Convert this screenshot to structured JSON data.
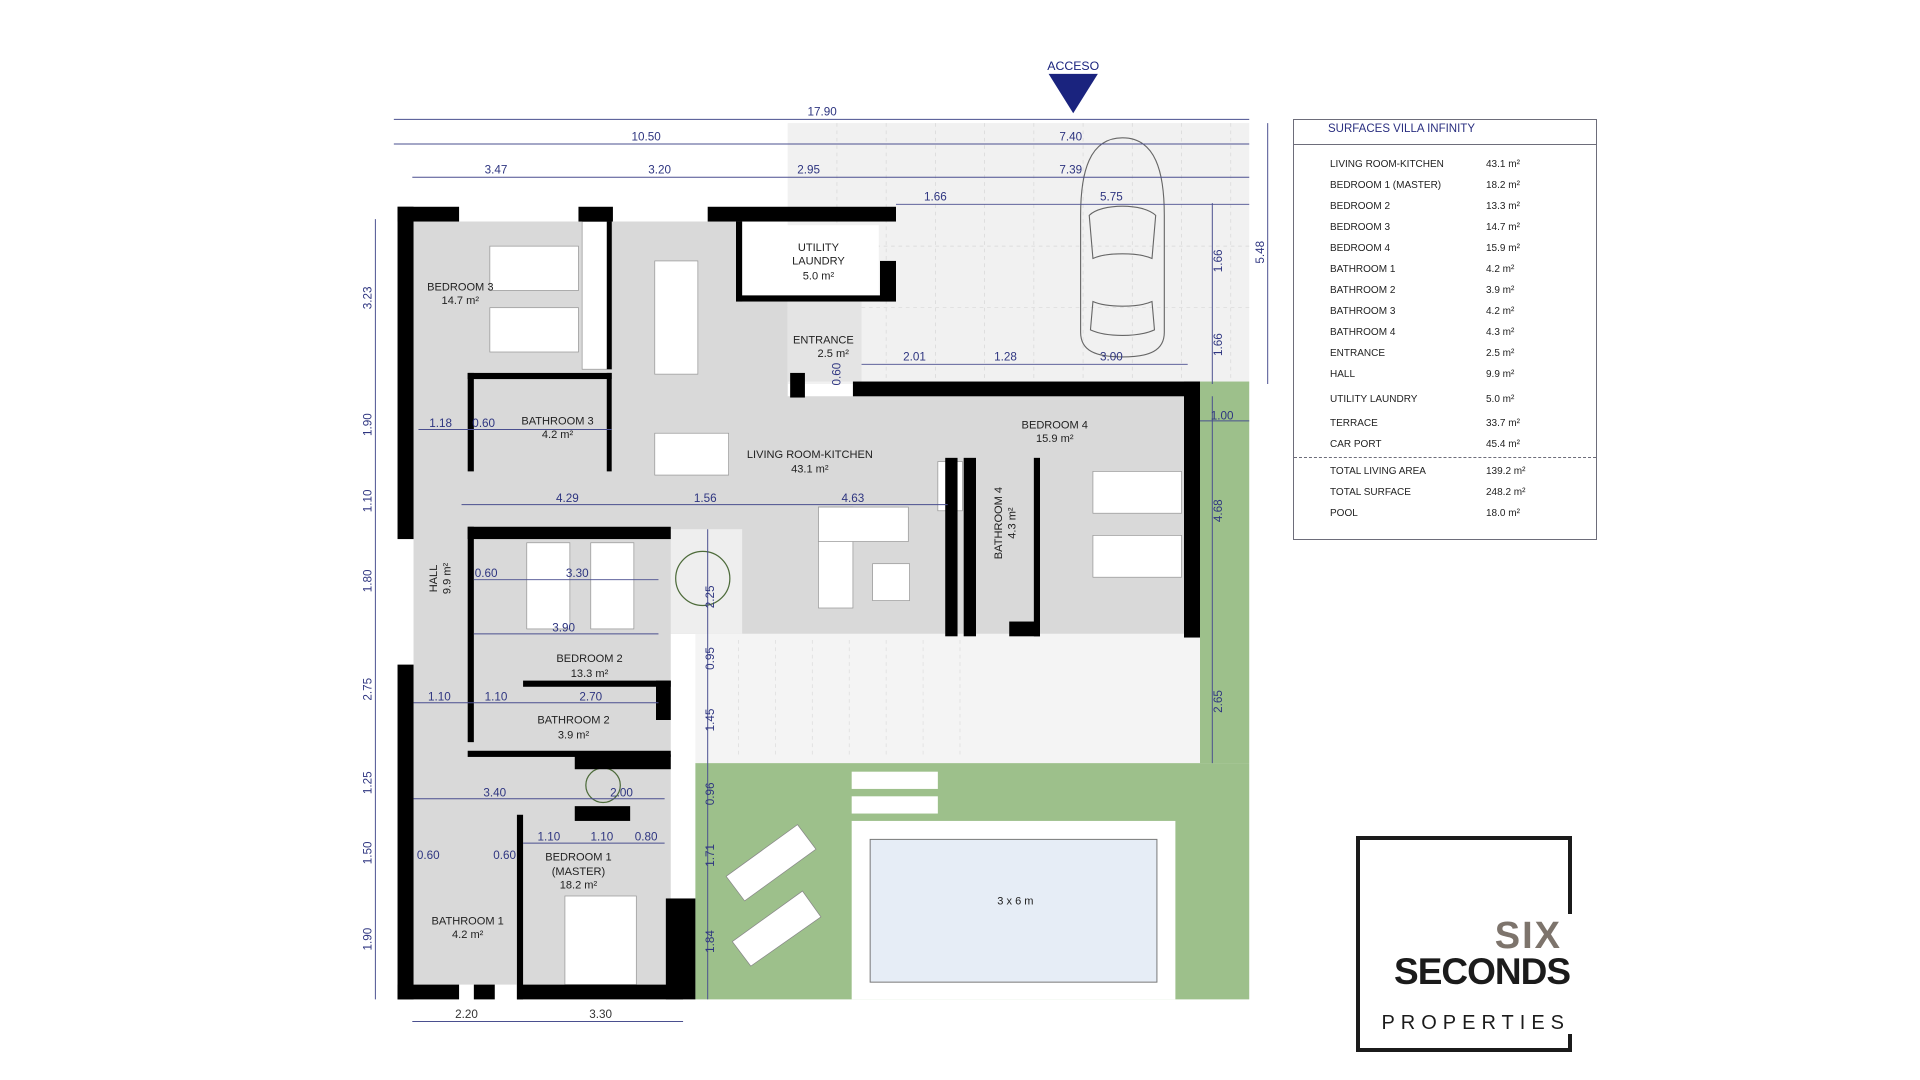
{
  "access_label": "ACCESO",
  "colors": {
    "dimension": "#2e3580",
    "lawn": "#9dc08b",
    "floor": "#d9d9d9",
    "pool": "#e6edf6",
    "access_arrow": "#1a237e"
  },
  "rooms": {
    "bedroom3": [
      "BEDROOM 3",
      "14.7 m²"
    ],
    "utility": [
      "UTILITY",
      "LAUNDRY",
      "5.0 m²"
    ],
    "entrance": [
      "ENTRANCE",
      "2.5 m²"
    ],
    "bathroom3": [
      "BATHROOM 3",
      "4.2 m²"
    ],
    "living": [
      "LIVING ROOM-KITCHEN",
      "43.1 m²"
    ],
    "bedroom4": [
      "BEDROOM 4",
      "15.9 m²"
    ],
    "bathroom4": [
      "BATHROOM 4",
      "4.3 m²"
    ],
    "hall": [
      "HALL",
      "9.9 m²"
    ],
    "bedroom2": [
      "BEDROOM 2",
      "13.3 m²"
    ],
    "bathroom2": [
      "BATHROOM 2",
      "3.9 m²"
    ],
    "bedroom1": [
      "BEDROOM 1",
      "(MASTER)",
      "18.2 m²"
    ],
    "bathroom1": [
      "BATHROOM 1",
      "4.2 m²"
    ],
    "pool": "3 x 6 m"
  },
  "dimensions": {
    "top": [
      "17.90",
      "10.50",
      "7.40",
      "3.47",
      "3.20",
      "2.95",
      "7.39",
      "1.66",
      "5.75",
      "5.48",
      "1.66",
      "1.66",
      "2.01",
      "1.28",
      "3.00",
      "0.60"
    ],
    "left": [
      "3.23",
      "1.90",
      "1.10",
      "1.80",
      "2.75",
      "1.25",
      "1.50",
      "1.90"
    ],
    "interior": [
      "1.18",
      "0.60",
      "4.29",
      "1.56",
      "4.63",
      "1.00",
      "4.68",
      "0.60",
      "3.30",
      "3.90",
      "2.25",
      "0.95",
      "1.45",
      "2.65",
      "1.10",
      "1.10",
      "2.70",
      "3.40",
      "2.00",
      "0.96",
      "1.71",
      "1.84",
      "1.10",
      "1.10",
      "0.80",
      "0.60",
      "0.60"
    ],
    "bottom": [
      "2.20",
      "3.30"
    ]
  },
  "surfaces": {
    "title": "SURFACES VILLA INFINITY",
    "items": [
      {
        "label": "LIVING ROOM-KITCHEN",
        "value": "43.1 m²"
      },
      {
        "label": "BEDROOM 1 (MASTER)",
        "value": "18.2 m²"
      },
      {
        "label": "BEDROOM 2",
        "value": "13.3 m²"
      },
      {
        "label": "BEDROOM 3",
        "value": "14.7 m²"
      },
      {
        "label": "BEDROOM 4",
        "value": "15.9 m²"
      },
      {
        "label": "BATHROOM 1",
        "value": "4.2 m²"
      },
      {
        "label": "BATHROOM 2",
        "value": "3.9 m²"
      },
      {
        "label": "BATHROOM 3",
        "value": "4.2 m²"
      },
      {
        "label": "BATHROOM 4",
        "value": "4.3 m²"
      },
      {
        "label": "ENTRANCE",
        "value": "2.5 m²"
      },
      {
        "label": "HALL",
        "value": "9.9 m²"
      },
      {
        "label": "UTILITY LAUNDRY",
        "value": "5.0 m²"
      },
      {
        "label": "TERRACE",
        "value": "33.7 m²"
      },
      {
        "label": "CAR PORT",
        "value": "45.4 m²"
      }
    ],
    "totals": [
      {
        "label": "TOTAL LIVING AREA",
        "value": "139.2 m²"
      },
      {
        "label": "TOTAL SURFACE",
        "value": "248.2 m²"
      },
      {
        "label": "POOL",
        "value": "18.0 m²"
      }
    ]
  },
  "logo": {
    "line1": "SIX",
    "line2": "SECONDS",
    "line3": "PROPERTIES"
  }
}
